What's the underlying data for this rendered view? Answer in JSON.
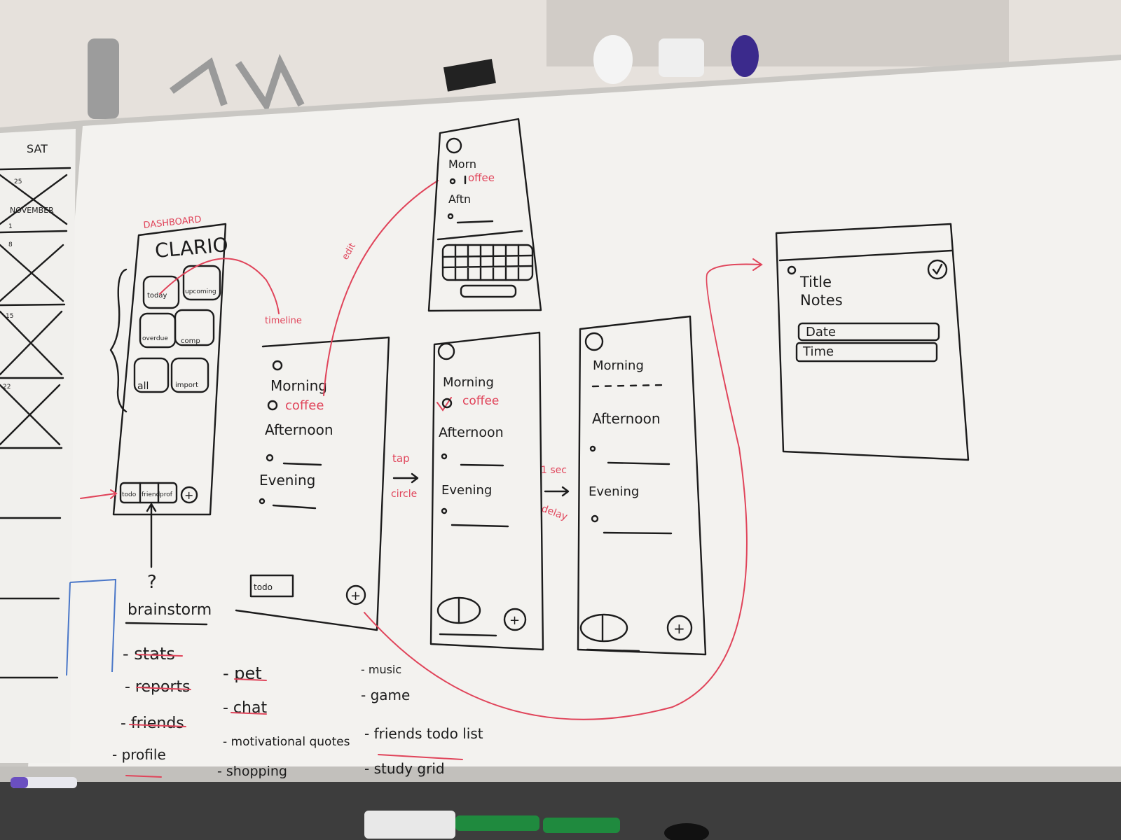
{
  "calendar": {
    "day": "SAT",
    "month": "NOVEMBER",
    "dates": [
      "25",
      "1",
      "8",
      "15",
      "22"
    ]
  },
  "dashboard": {
    "label": "DASHBOARD",
    "title": "CLARIO",
    "tiles": [
      "today",
      "upcoming",
      "overdue",
      "comp",
      "all",
      "import"
    ],
    "nav": [
      "todo",
      "friend",
      "prof"
    ],
    "add": "+",
    "arrow_label": "timeline"
  },
  "todo_screen": {
    "sections": [
      "Morning",
      "Afternoon",
      "Evening"
    ],
    "item": "coffee",
    "tab": "todo",
    "add": "+",
    "edit_label": "edit",
    "tap_label": [
      "tap",
      "circle"
    ]
  },
  "edit_screen": {
    "sections": [
      "Morn",
      "Aftn"
    ],
    "item": "offee"
  },
  "checked_screen": {
    "sections": [
      "Morning",
      "Afternoon",
      "Evening"
    ],
    "item": "coffee",
    "delay_label": [
      "1 sec",
      "delay"
    ],
    "add": "+"
  },
  "cleared_screen": {
    "sections": [
      "Morning",
      "Afternoon",
      "Evening"
    ],
    "add": "+"
  },
  "new_task_screen": {
    "fields": [
      "Title",
      "Notes"
    ],
    "buttons": [
      "Date",
      "Time"
    ]
  },
  "brainstorm": {
    "question": "?",
    "title": "brainstorm",
    "col1": [
      "- stats",
      "- reports",
      "- friends",
      "- profile"
    ],
    "col2": [
      "- pet",
      "- chat",
      "- motivational quotes",
      "- shopping"
    ],
    "col3": [
      "- music",
      "- game",
      "- friends todo list",
      "- study grid"
    ]
  },
  "colors": {
    "ink": "#1c1c1c",
    "red_marker": "#e0445a",
    "board": "#f3f2ef"
  }
}
